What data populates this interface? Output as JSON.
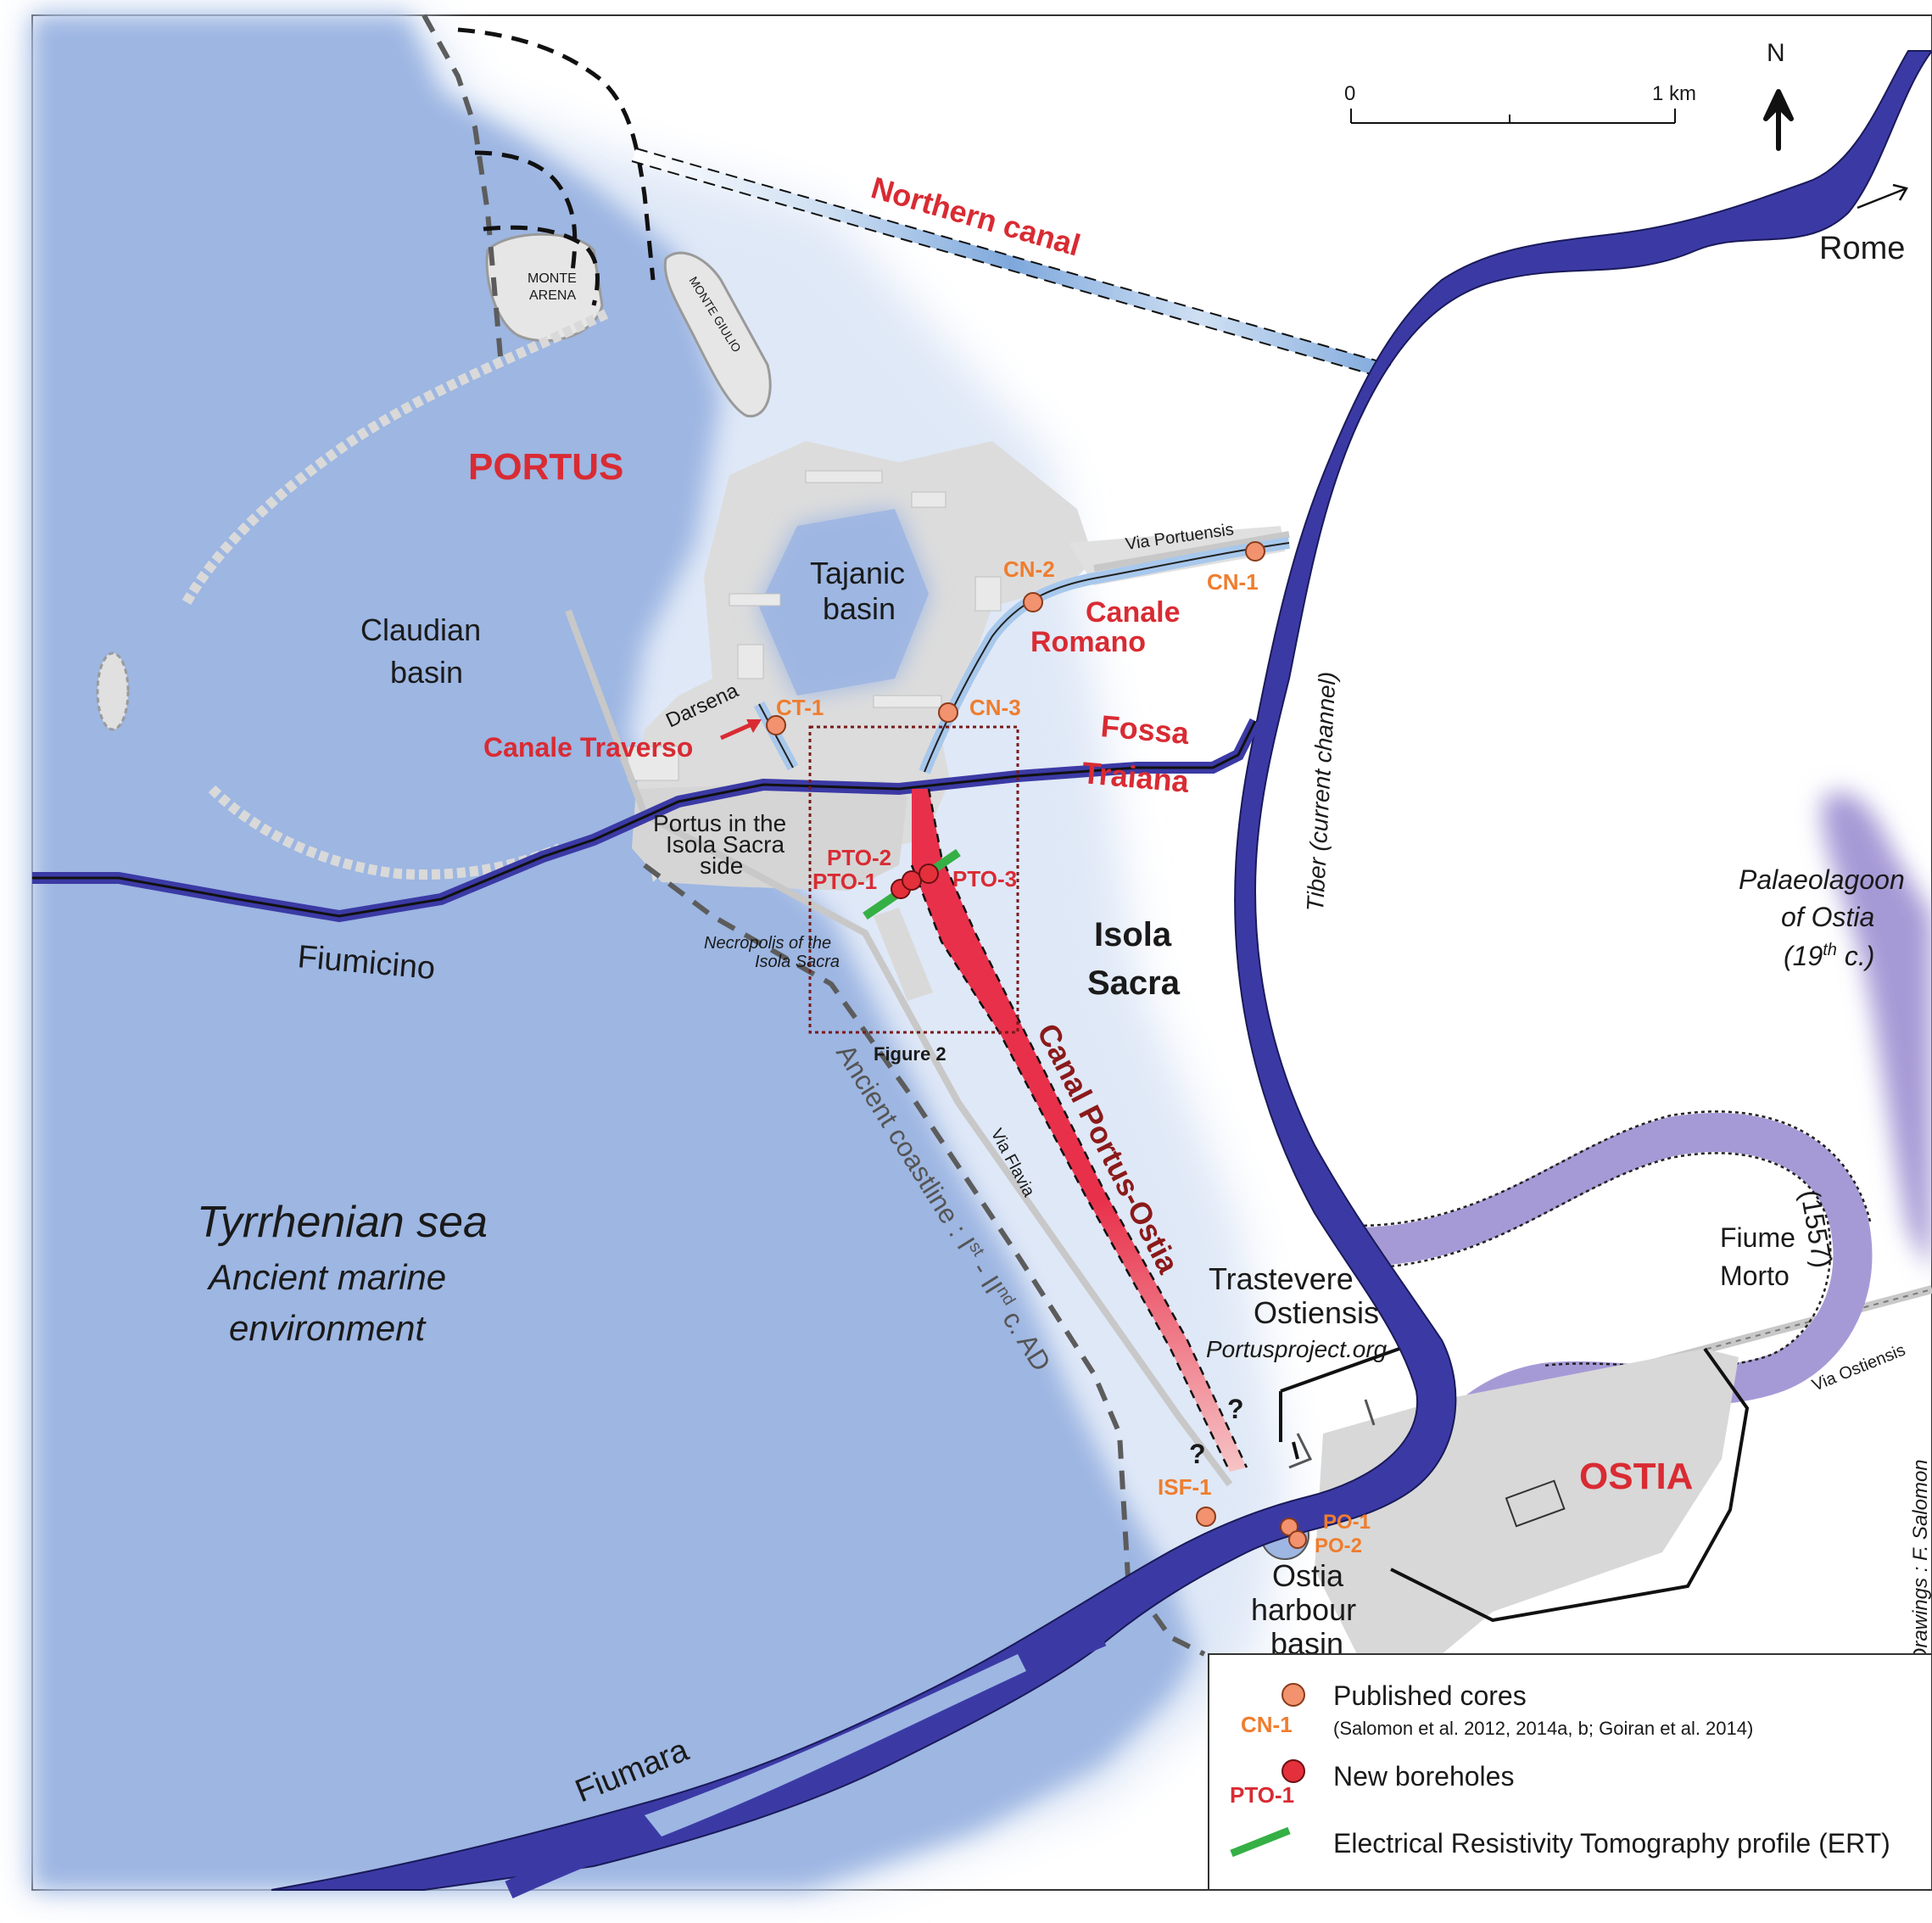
{
  "colors": {
    "sea": "#9db6e2",
    "sea_glow": "#dfe8f7",
    "river": "#3b3aa5",
    "palaeo": "#a69ad6",
    "published_core": "#f2926e",
    "new_borehole": "#e3303a",
    "ert": "#35b045",
    "canal": "#e8304a",
    "label_red": "#d92b33",
    "label_orange": "#ef7d2e"
  },
  "icons": [
    "north-arrow-icon",
    "published-core-icon",
    "new-borehole-icon",
    "ert-line-icon"
  ],
  "scale": {
    "zero": "0",
    "km": "1 km"
  },
  "north": "N",
  "places": {
    "portus": "PORTUS",
    "ostia": "OSTIA",
    "rome": "Rome",
    "fiumicino": "Fiumicino",
    "fiumara": "Fiumara",
    "claudian_l1": "Claudian",
    "claudian_l2": "basin",
    "tajanic_l1": "Tajanic",
    "tajanic_l2": "basin",
    "darsena": "Darsena",
    "monte_arena_l1": "MONTE",
    "monte_arena_l2": "ARENA",
    "monte_giulio": "MONTE GIULIO",
    "portus_isola_l1": "Portus in the",
    "portus_isola_l2": "Isola Sacra",
    "portus_isola_l3": "side",
    "necropolis_l1": "Necropolis of the",
    "necropolis_l2": "Isola Sacra",
    "isola_l1": "Isola",
    "isola_l2": "Sacra",
    "tiber": "Tiber (current channel)",
    "palaeo_l1": "Palaeolagoon",
    "palaeo_l2": "of Ostia",
    "palaeo_l3_pre": "(19",
    "palaeo_l3_sup": "th",
    "palaeo_l3_post": " c.)",
    "sea_l1": "Tyrrhenian sea",
    "sea_l2": "Ancient marine",
    "sea_l3": "environment",
    "trastevere_l1": "Trastevere",
    "trastevere_l2": "Ostiensis",
    "portusproject": "Portusproject.org",
    "fiume_l1": "Fiume",
    "fiume_l2": "Morto",
    "fiume_year": "(1557)",
    "harbour_l1": "Ostia",
    "harbour_l2": "harbour",
    "harbour_l3": "basin",
    "via_portuensis": "Via Portuensis",
    "via_flavia": "Via Flavia",
    "via_ostiensis": "Via Ostiensis",
    "coast_a": "Ancient coastline : I",
    "coast_sup1": "st",
    "coast_b": " - II",
    "coast_sup2": "nd",
    "coast_c": " c. AD",
    "credit": "Drawings : F. Salomon",
    "q1": "?",
    "q2": "?"
  },
  "canals": {
    "northern": "Northern canal",
    "romano_l1": "Canale",
    "romano_l2": "Romano",
    "fossa_l1": "Fossa",
    "fossa_l2": "Traiana",
    "traverso": "Canale Traverso",
    "portus_ostia": "Canal Portus-Ostia"
  },
  "cores": {
    "cn1": "CN-1",
    "cn2": "CN-2",
    "cn3": "CN-3",
    "ct1": "CT-1",
    "isf1": "ISF-1",
    "po1": "PO-1",
    "po2": "PO-2",
    "pto1": "PTO-1",
    "pto2": "PTO-2",
    "pto3": "PTO-3"
  },
  "figure_box": "Figure 2",
  "legend": {
    "published_label": "Published cores",
    "published_code": "CN-1",
    "published_ref": "(Salomon et al. 2012, 2014a, b;  Goiran et al. 2014)",
    "new_label": "New boreholes",
    "new_code": "PTO-1",
    "ert_label": "Electrical Resistivity Tomography profile (ERT)"
  }
}
